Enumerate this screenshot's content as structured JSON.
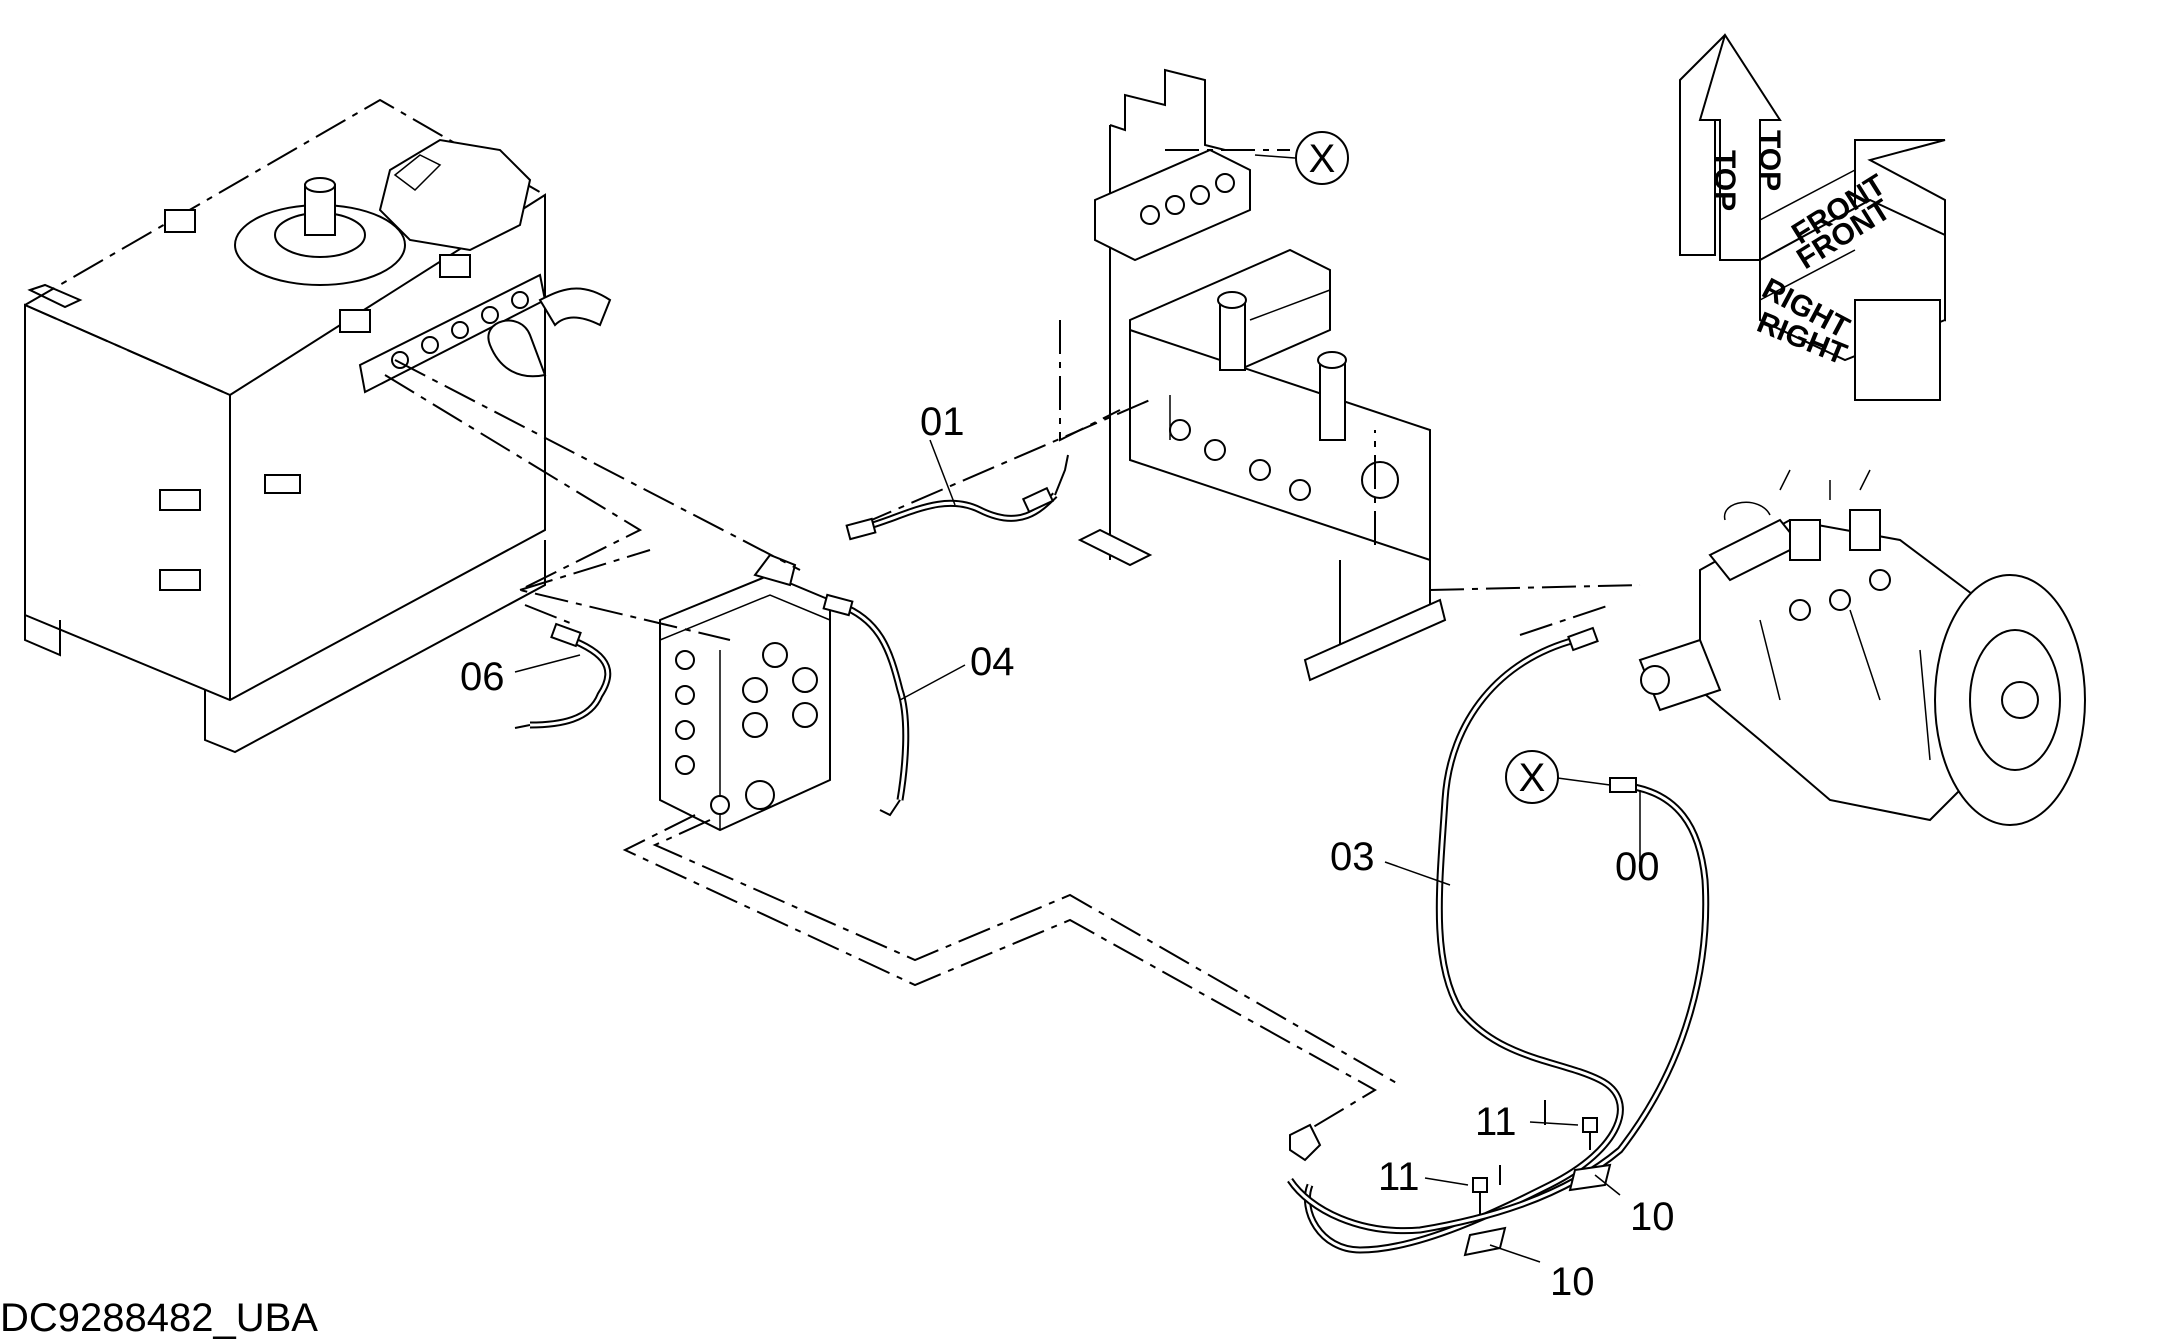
{
  "drawing_code": "DC9288482_UBA",
  "callouts": {
    "c00": "00",
    "c01": "01",
    "c03": "03",
    "c04": "04",
    "c06": "06",
    "c10a": "10",
    "c10b": "10",
    "c11a": "11",
    "c11b": "11",
    "xa": "X",
    "xb": "X"
  },
  "orientation": {
    "top_a": "TOP",
    "top_b": "TOP",
    "front_a": "FRONT",
    "front_b": "FRONT",
    "right_a": "RIGHT",
    "right_b": "RIGHT"
  }
}
